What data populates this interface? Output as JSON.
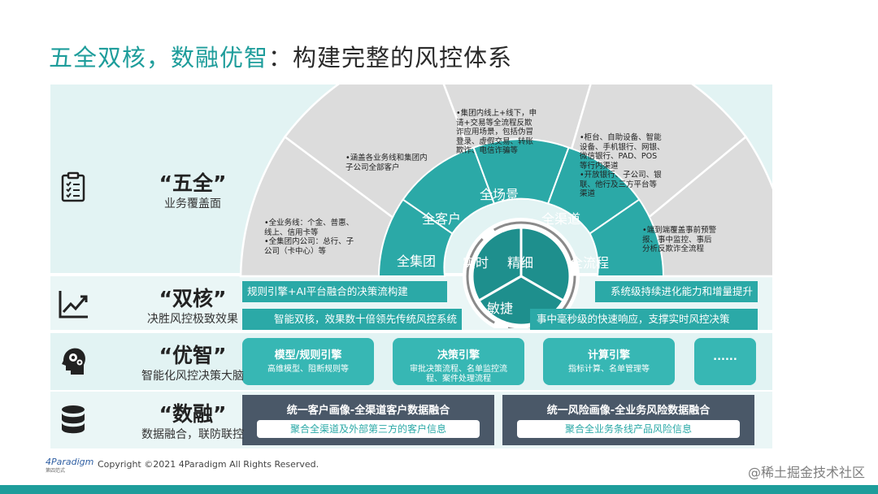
{
  "title": {
    "part1": "五全双核，数融优智",
    "part2": "：构建完整的风控体系"
  },
  "rows": {
    "wuquan": {
      "title": "“五全”",
      "sub": "业务覆盖面"
    },
    "shuanghe": {
      "title": "“双核”",
      "sub": "决胜风控极致效果"
    },
    "youzhi": {
      "title": "“优智”",
      "sub": "智能化风控决策大脑"
    },
    "shurong": {
      "title": "“数融”",
      "sub": "数据融合，联防联控"
    }
  },
  "arc": {
    "segments": [
      "全集团",
      "全客户",
      "全场景",
      "全渠道",
      "全流程"
    ],
    "core": [
      "实时",
      "精细",
      "敏捷"
    ]
  },
  "bullets": {
    "jituan": [
      "•全业务线：个金、普惠、",
      "线上、信用卡等",
      "•全集团内公司：总行、子",
      "公司（卡中心）等"
    ],
    "kehu": [
      "•涵盖各业务线和集团内",
      "子公司全部客户"
    ],
    "changjing": [
      "•集团内线上+线下，申",
      "请+交易等全流程反欺",
      "诈应用场景，包括伪冒",
      "登录、虚假交易、转账",
      "欺诈、电信诈骗等"
    ],
    "qudao": [
      "•柜台、自助设备、智能",
      "设备、手机银行、网银、",
      "微信银行、PAD、POS",
      "等行内渠道",
      "•开放银行、子公司、银",
      "联、他行及三方平台等",
      "渠道"
    ],
    "liucheng": [
      "•端到端覆盖事前预警",
      "报、事中监控、事后",
      "分析反欺诈全流程"
    ]
  },
  "twin_core": {
    "bar1_left": "规则引擎+AI平台融合的决策流构建",
    "bar1_right": "系统级持续进化能力和增量提升",
    "bar2_left": "智能双核，效果数十倍领先传统风控系统",
    "bar2_right": "事中毫秒级的快速响应，支撑实时风控决策"
  },
  "engines": [
    {
      "title": "模型/规则引擎",
      "lines": [
        "高维模型、阻断规则等"
      ]
    },
    {
      "title": "决策引擎",
      "lines": [
        "审批决策流程、名单监控流",
        "程、案件处理流程"
      ]
    },
    {
      "title": "计算引擎",
      "lines": [
        "指标计算、名单管理等"
      ]
    },
    {
      "title": "......",
      "lines": []
    }
  ],
  "data_boxes": [
    {
      "title": "统一客户画像-全渠道客户数据融合",
      "sub": "聚合全渠道及外部第三方的客户信息"
    },
    {
      "title": "统一风险画像-全业务风险数据融合",
      "sub": "聚合全业务条线产品风险信息"
    }
  ],
  "footer": {
    "logo": "4Paradigm",
    "logo_sub": "第四范式",
    "copyright": "Copyright ©2021 4Paradigm All Rights Reserved.",
    "watermark": "@稀土掘金技术社区"
  },
  "colors": {
    "teal": "#1e9d9b",
    "teal_light": "#37b7b4",
    "band": "#e2f3f3",
    "arc_gray": "#dcdcdc",
    "dark": "#4a5868"
  }
}
